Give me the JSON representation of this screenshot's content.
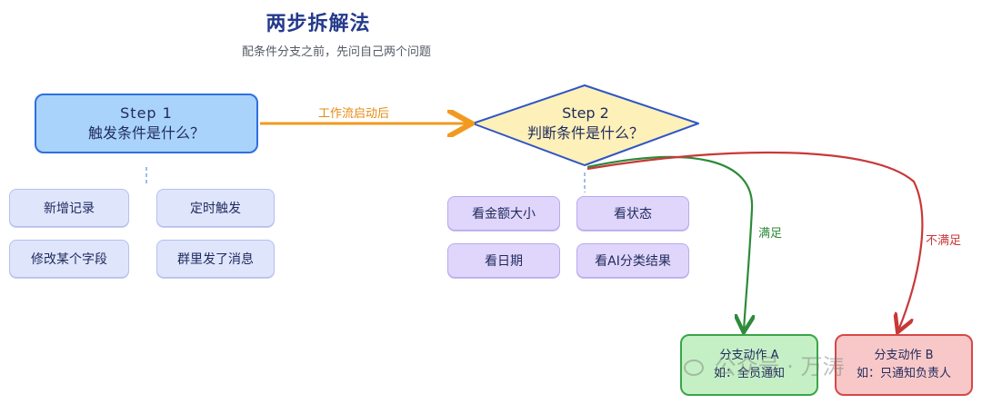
{
  "header": {
    "title": "两步拆解法",
    "subtitle": "配条件分支之前，先问自己两个问题"
  },
  "step1": {
    "label": "Step 1",
    "question": "触发条件是什么？",
    "triggers": [
      "新增记录",
      "定时触发",
      "修改某个字段",
      "群里发了消息"
    ]
  },
  "connector": {
    "label": "工作流启动后"
  },
  "step2": {
    "label": "Step 2",
    "question": "判断条件是什么？",
    "conditions": [
      "看金额大小",
      "看状态",
      "看日期",
      "看AI分类结果"
    ]
  },
  "branches": {
    "yes_label": "满足",
    "no_label": "不满足",
    "a_title": "分支动作 A",
    "a_desc": "如：全员通知",
    "b_title": "分支动作 B",
    "b_desc": "如：只通知负责人"
  },
  "watermark": "公众号 · 万涛"
}
